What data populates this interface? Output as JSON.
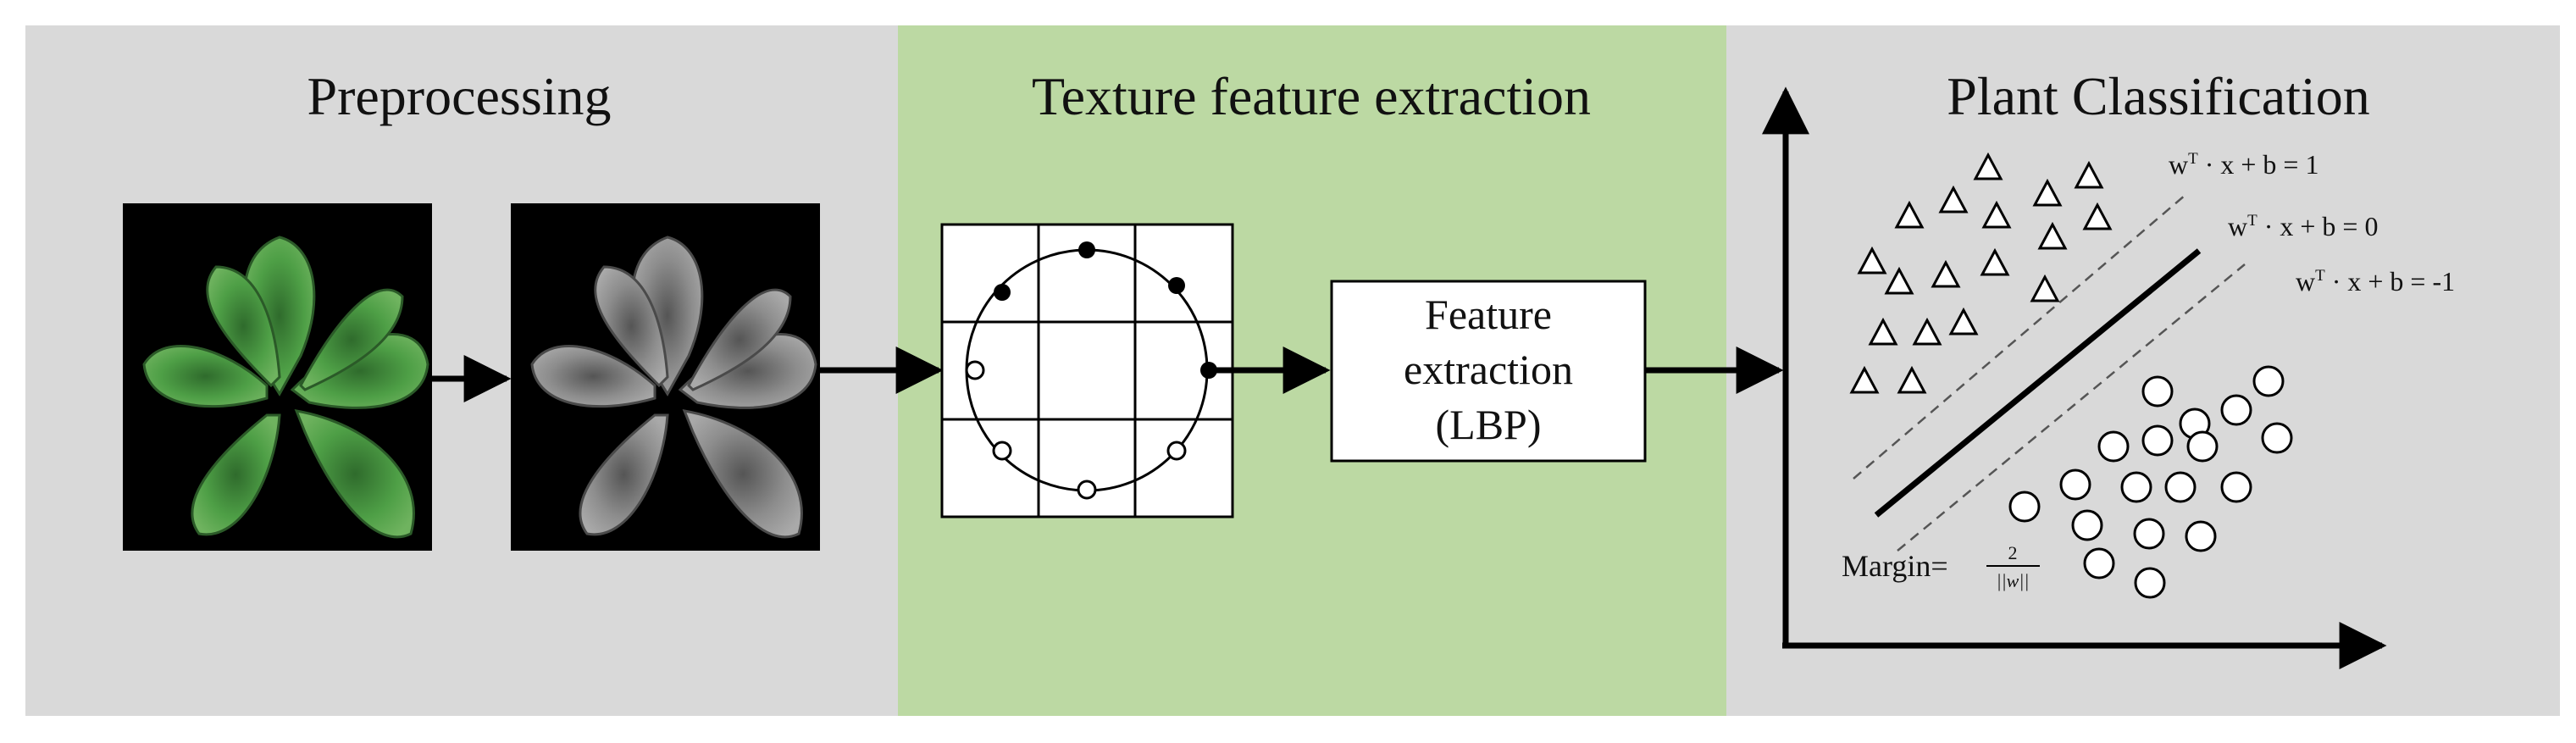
{
  "panels": {
    "preprocessing": {
      "title": "Preprocessing",
      "color": "#d9d9d9"
    },
    "texture": {
      "title": "Texture feature extraction",
      "color": "#bcd9a3"
    },
    "classification": {
      "title": "Plant Classification",
      "color": "#d9d9d9"
    }
  },
  "feature_box": {
    "line1": "Feature",
    "line2": "extraction",
    "line3": "(LBP)"
  },
  "equations": {
    "upper": {
      "lead": "w",
      "sup": "T",
      "tail": " · x + b = 1"
    },
    "middle": {
      "lead": "w",
      "sup": "T",
      "tail": " · x + b = 0"
    },
    "lower": {
      "lead": "w",
      "sup": "T",
      "tail": " · x + b = -1"
    }
  },
  "margin": {
    "label": "Margin=",
    "numerator": "2",
    "denominator": "||w||"
  },
  "images": {
    "color_leaf": "color-lettuce-image",
    "gray_leaf": "grayscale-lettuce-image"
  },
  "colors": {
    "leaf_green": "#3f8f3a",
    "leaf_gray": "#8a8a8a",
    "arrow": "#000000"
  }
}
